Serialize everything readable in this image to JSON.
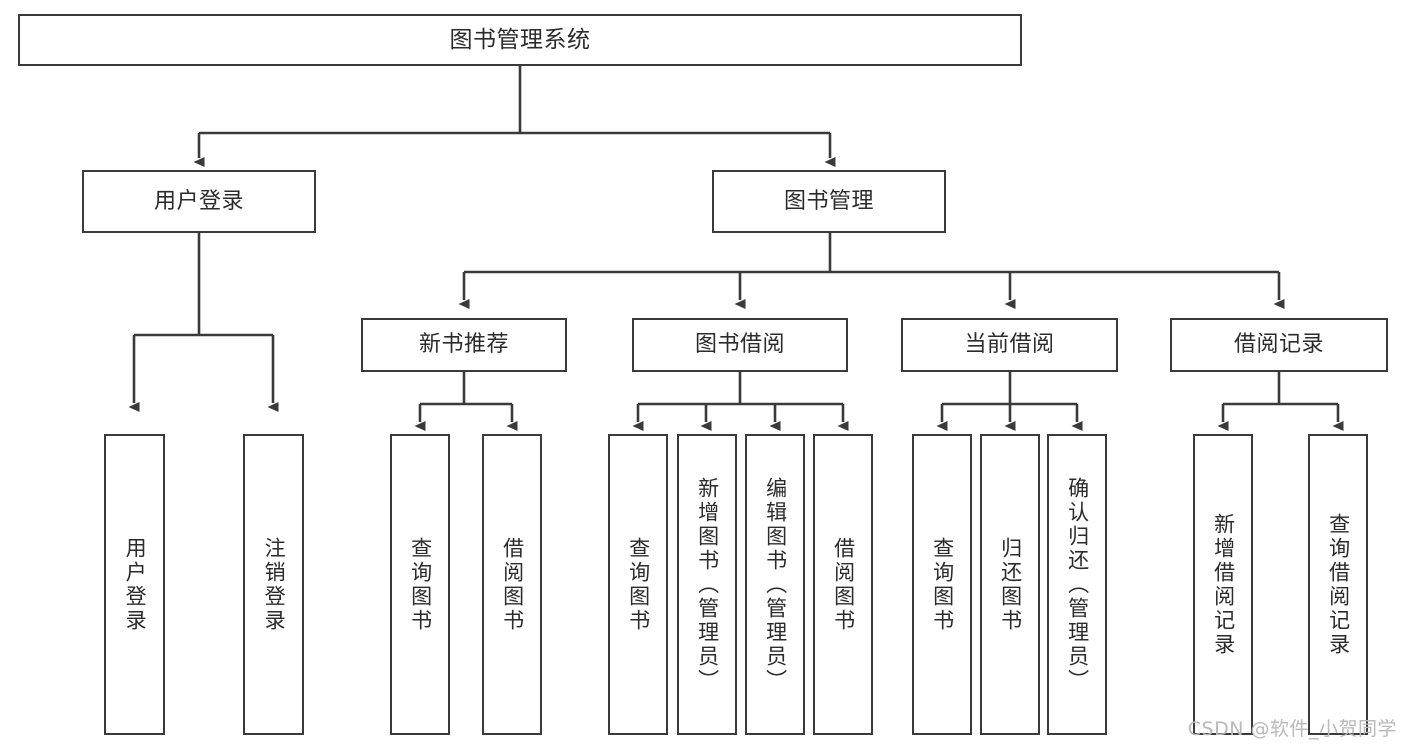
{
  "diagram": {
    "title": "图书管理系统",
    "type": "tree-hierarchy",
    "orientation": "top-down",
    "watermark": "CSDN @软件_小贺同学",
    "colors": {
      "box_border": "#3a3a3a",
      "box_fill": "#ffffff",
      "edge": "#3a3a3a",
      "text": "#2b2b2b",
      "watermark": "#b9b9b9",
      "background": "#ffffff"
    },
    "nodes": {
      "root": {
        "label": "图书管理系统"
      },
      "level2": [
        {
          "id": "user-login",
          "label": "用户登录"
        },
        {
          "id": "book-manage",
          "label": "图书管理"
        }
      ],
      "level3": [
        {
          "id": "new-book-recommend",
          "label": "新书推荐"
        },
        {
          "id": "book-borrow",
          "label": "图书借阅"
        },
        {
          "id": "current-borrow",
          "label": "当前借阅"
        },
        {
          "id": "borrow-record",
          "label": "借阅记录"
        }
      ],
      "leaves": {
        "user_login": [
          {
            "id": "leaf-user-login",
            "label": "用户登录"
          },
          {
            "id": "leaf-logout-login",
            "label": "注销登录"
          }
        ],
        "new_book_recommend": [
          {
            "id": "leaf-query-book-1",
            "label": "查询图书"
          },
          {
            "id": "leaf-borrow-book-1",
            "label": "借阅图书"
          }
        ],
        "book_borrow": [
          {
            "id": "leaf-query-book-2",
            "label": "查询图书"
          },
          {
            "id": "leaf-add-book",
            "label": "新增图书（管理员）"
          },
          {
            "id": "leaf-edit-book",
            "label": "编辑图书（管理员）"
          },
          {
            "id": "leaf-borrow-book-2",
            "label": "借阅图书"
          }
        ],
        "current_borrow": [
          {
            "id": "leaf-query-book-3",
            "label": "查询图书"
          },
          {
            "id": "leaf-return-book",
            "label": "归还图书"
          },
          {
            "id": "leaf-confirm-return",
            "label": "确认归还（管理员）"
          }
        ],
        "borrow_record": [
          {
            "id": "leaf-add-record",
            "label": "新增借阅记录"
          },
          {
            "id": "leaf-query-record",
            "label": "查询借阅记录"
          }
        ]
      }
    }
  }
}
